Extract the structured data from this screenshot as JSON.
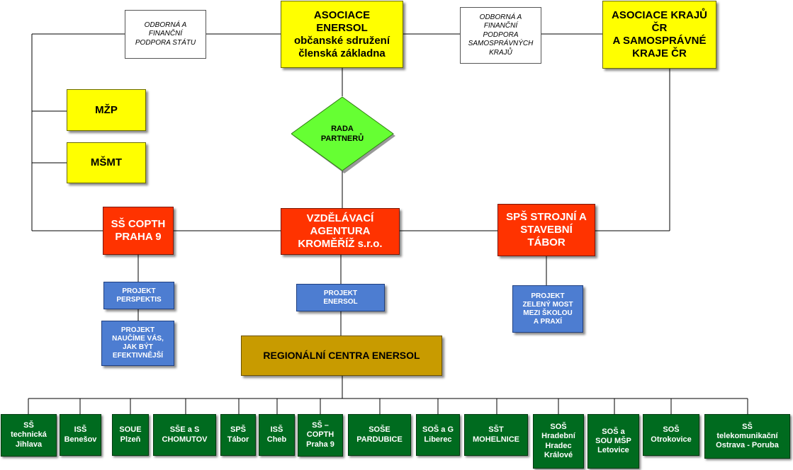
{
  "top": {
    "enersol_line1": "ASOCIACE",
    "enersol_line2": "ENERSOL",
    "enersol_line3": "občanské sdružení",
    "enersol_line4": "členská základna",
    "regions_line1": "ASOCIACE KRAJŮ ČR",
    "regions_line2": "A SAMOSPRÁVNÉ",
    "regions_line3": "KRAJE ČR",
    "note_state_line1": "ODBORNÁ A",
    "note_state_line2": "FINANČNÍ",
    "note_state_line3": "PODPORA STÁTU",
    "note_regions_line1": "ODBORNÁ A",
    "note_regions_line2": "FINANČNÍ",
    "note_regions_line3": "PODPORA",
    "note_regions_line4": "SAMOSPRÁVNÝCH",
    "note_regions_line5": "KRAJŮ"
  },
  "ministries": {
    "mzp": "MŽP",
    "msmt": "MŠMT"
  },
  "council": {
    "line1": "RADA",
    "line2": "PARTNERŮ"
  },
  "middle": {
    "copth_line1": "SŠ COPTH",
    "copth_line2": "PRAHA 9",
    "agency_line1": "VZDĚLÁVACÍ",
    "agency_line2": "AGENTURA",
    "agency_line3": "KROMĚŘÍŽ s.r.o.",
    "tabor_line1": "SPŠ STROJNÍ A",
    "tabor_line2": "STAVEBNÍ",
    "tabor_line3": "TÁBOR"
  },
  "projects": {
    "perspektis_line1": "PROJEKT",
    "perspektis_line2": "PERSPEKTIS",
    "naucime_line1": "PROJEKT",
    "naucime_line2": "NAUČÍME VÁS,",
    "naucime_line3": "JAK BÝT",
    "naucime_line4": "EFEKTIVNĚJŠÍ",
    "enersol_line1": "PROJEKT",
    "enersol_line2": "ENERSOL",
    "most_line1": "PROJEKT",
    "most_line2": "ZELENÝ MOST",
    "most_line3": "MEZI ŠKOLOU",
    "most_line4": "A PRAXÍ"
  },
  "regional_centers": "REGIONÁLNÍ CENTRA ENERSOL",
  "schools": [
    {
      "lines": [
        "SŠ",
        "technická",
        "Jihlava"
      ]
    },
    {
      "lines": [
        "ISŠ",
        "Benešov"
      ]
    },
    {
      "lines": [
        "SOUE",
        "Plzeň"
      ]
    },
    {
      "lines": [
        "SŠE a S",
        "CHOMUTOV"
      ]
    },
    {
      "lines": [
        "SPŠ",
        "Tábor"
      ]
    },
    {
      "lines": [
        "ISŠ",
        "Cheb"
      ]
    },
    {
      "lines": [
        "SŠ –",
        "COPTH",
        "Praha 9"
      ]
    },
    {
      "lines": [
        "SOŠE",
        "PARDUBICE"
      ]
    },
    {
      "lines": [
        "SOŠ a G",
        "Liberec"
      ]
    },
    {
      "lines": [
        "SŠT",
        "MOHELNICE"
      ]
    },
    {
      "lines": [
        "SOŠ",
        "Hradební",
        "Hradec",
        "Králové"
      ]
    },
    {
      "lines": [
        "SOŠ a",
        "SOU MŠP",
        "Letovice"
      ]
    },
    {
      "lines": [
        "SOŠ",
        "Otrokovice"
      ]
    },
    {
      "lines": [
        "SŠ",
        "telekomunikační",
        "Ostrava - Poruba"
      ]
    }
  ],
  "colors": {
    "yellow": "#ffff00",
    "red": "#ff3300",
    "blue": "#4d7dd1",
    "gold": "#c89b00",
    "green": "#006b1f",
    "council": "#66ff33"
  }
}
